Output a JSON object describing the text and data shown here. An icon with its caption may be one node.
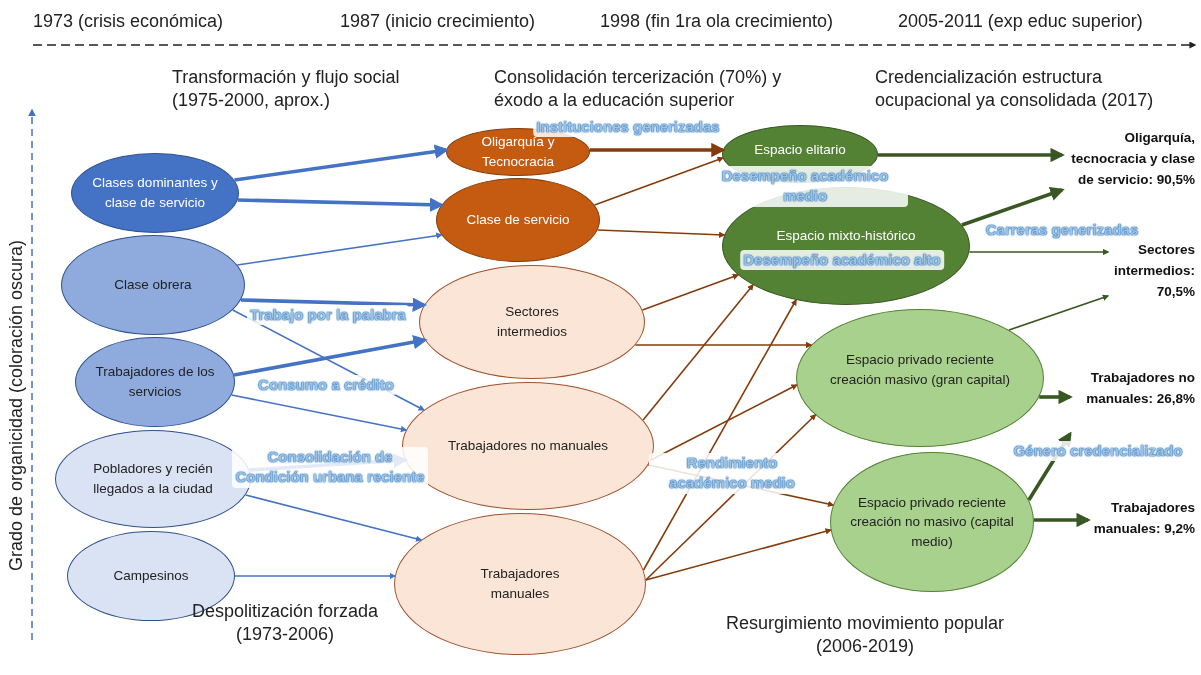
{
  "diagram": {
    "nodes": [
      {
        "text": [
          "Clases dominantes y clase de servicio"
        ]
      },
      {
        "text": [
          "Clase obrera"
        ]
      },
      {
        "text": [
          "Trabajadores de los servicios"
        ]
      },
      {
        "text": [
          "Pobladores y recién llegados a la ciudad"
        ]
      },
      {
        "text": [
          "Campesinos"
        ]
      },
      {
        "text": [
          "Oligarquía y Tecnocracia"
        ]
      },
      {
        "text": [
          "Clase de servicio"
        ]
      },
      {
        "text": [
          "Sectores intermedios"
        ]
      },
      {
        "text": [
          "Trabajadores no manuales"
        ]
      },
      {
        "text": [
          "Trabajadores manuales"
        ]
      },
      {
        "text": [
          "Espacio elitario"
        ]
      },
      {
        "text": [
          "Espacio mixto-histórico"
        ]
      },
      {
        "text": [
          "Espacio privado reciente creación masivo (gran capital)"
        ]
      },
      {
        "text": [
          "Espacio privado reciente creación no masivo (capital medio)"
        ]
      },
      {
        "text": [
          "Oligarquía, tecnocracia y clase de servicio: 90,5%"
        ]
      },
      {
        "text": [
          "Sectores intermedios: 70,5%"
        ]
      },
      {
        "text": [
          "Trabajadores no manuales: 26,8%"
        ]
      },
      {
        "text": [
          "Trabajadores manuales: 9,2%"
        ]
      }
    ],
    "edges": [
      {
        "from": 0,
        "to": 5,
        "arrow": "to",
        "style": "thick",
        "color": "#4472c4"
      },
      {
        "from": 0,
        "to": 6,
        "arrow": "to",
        "style": "thick",
        "color": "#4472c4"
      },
      {
        "from": 1,
        "to": 6,
        "arrow": "to",
        "color": "#4472c4"
      },
      {
        "from": 1,
        "to": 7,
        "arrow": "to",
        "style": "thick",
        "color": "#4472c4"
      },
      {
        "from": 1,
        "to": 8,
        "arrow": "to",
        "color": "#4472c4"
      },
      {
        "from": 2,
        "to": 7,
        "arrow": "to",
        "style": "thick",
        "color": "#4472c4"
      },
      {
        "from": 2,
        "to": 8,
        "arrow": "to",
        "color": "#4472c4"
      },
      {
        "from": 3,
        "to": 8,
        "arrow": "to",
        "style": "thick",
        "color": "#4472c4"
      },
      {
        "from": 3,
        "to": 9,
        "arrow": "to",
        "color": "#4472c4"
      },
      {
        "from": 4,
        "to": 9,
        "arrow": "to",
        "color": "#4472c4"
      },
      {
        "from": 5,
        "to": 10,
        "arrow": "to",
        "style": "thick"
      },
      {
        "from": 6,
        "to": 10,
        "arrow": "to"
      },
      {
        "from": 6,
        "to": 11,
        "arrow": "to"
      },
      {
        "from": 7,
        "to": 11,
        "arrow": "to"
      },
      {
        "from": 7,
        "to": 12,
        "arrow": "to"
      },
      {
        "from": 8,
        "to": 11,
        "arrow": "to"
      },
      {
        "from": 9,
        "to": 11,
        "arrow": "to"
      },
      {
        "from": 8,
        "to": 12,
        "arrow": "to"
      },
      {
        "from": 8,
        "to": 13,
        "arrow": "to"
      },
      {
        "from": 9,
        "to": 12,
        "arrow": "to"
      },
      {
        "from": 9,
        "to": 13,
        "arrow": "to"
      },
      {
        "from": 10,
        "to": 14,
        "arrow": "to",
        "style": "thick",
        "color": "#385723"
      },
      {
        "from": 11,
        "to": 14,
        "arrow": "to",
        "style": "thick",
        "color": "#385723"
      },
      {
        "from": 11,
        "to": 15,
        "arrow": "to",
        "color": "#385723"
      },
      {
        "from": 12,
        "to": 15,
        "arrow": "to",
        "color": "#385723"
      },
      {
        "from": 12,
        "to": 16,
        "arrow": "to",
        "style": "thick",
        "color": "#385723"
      },
      {
        "from": 13,
        "to": 16,
        "arrow": "to",
        "style": "thick",
        "color": "#385723"
      },
      {
        "from": 13,
        "to": 17,
        "arrow": "to",
        "style": "thick",
        "color": "#385723"
      }
    ],
    "labels": [
      "1973 (crisis económica)",
      "1987 (inicio crecimiento)",
      "1998 (fin 1ra ola crecimiento)",
      "2005-2011 (exp educ superior)",
      "Transformación y flujo social (1975-2000, aprox.)",
      "Consolidación tercerización (70%) y éxodo a la educación superior",
      "Credencialización estructura ocupacional ya consolidada (2017)",
      "Instituciones generizadas",
      "Desempeño académico medio",
      "Carreras generizadas",
      "Desempeño académico alto",
      "Trabajo por la palabra",
      "Consumo a crédito",
      "Consolidación de Condición urbana reciente",
      "Rendimiento académico medio",
      "Género credencializado",
      "Grado de organicidad (coloración oscura)",
      "Despolitización forzada (1973-2006)",
      "Resurgimiento movimiento popular (2006-2019)"
    ]
  }
}
